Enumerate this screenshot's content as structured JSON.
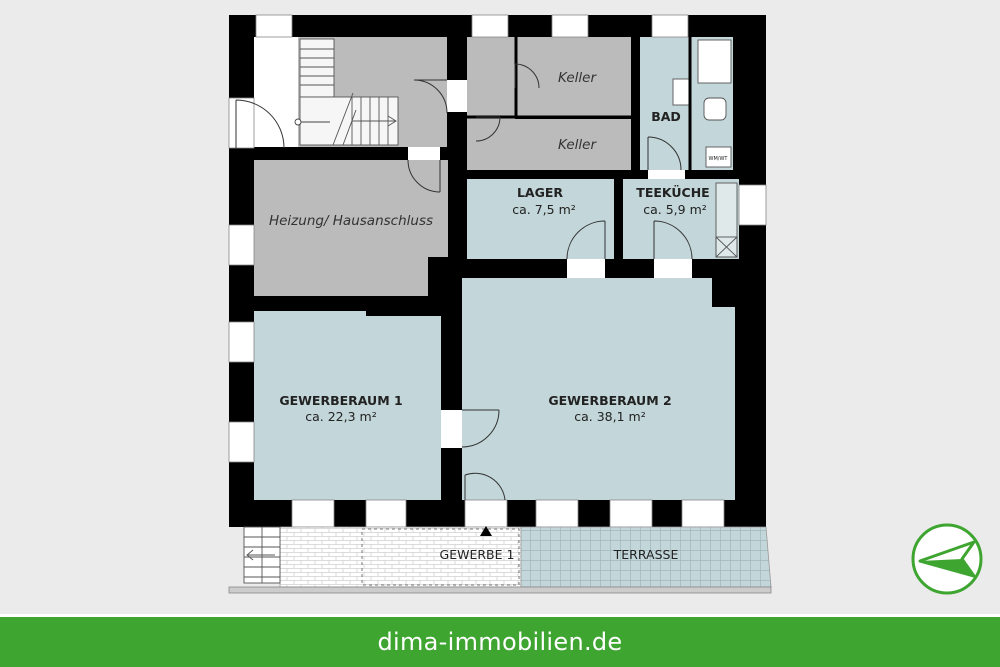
{
  "rooms": {
    "keller_1": {
      "name": "Keller"
    },
    "keller_2": {
      "name": "Keller"
    },
    "bad": {
      "name": "BAD"
    },
    "wm_tag": {
      "name": "WM/WT"
    },
    "lager": {
      "name": "LAGER",
      "area": "ca. 7,5 m²"
    },
    "teekueche": {
      "name": "TEEKÜCHE",
      "area": "ca. 5,9 m²"
    },
    "heizung": {
      "name": "Heizung/ Hausanschluss"
    },
    "gewerberaum_1": {
      "name": "GEWERBERAUM 1",
      "area": "ca. 22,3 m²"
    },
    "gewerberaum_2": {
      "name": "GEWERBERAUM 2",
      "area": "ca. 38,1 m²"
    }
  },
  "outdoor": {
    "gewerbe": {
      "name": "GEWERBE 1"
    },
    "terrasse": {
      "name": "TERRASSE"
    }
  },
  "footer": {
    "website": "dima-immobilien.de"
  },
  "colors": {
    "wall": "#000000",
    "room_blue": "#c3d6d9",
    "room_grey": "#bbbbbb",
    "brand_green": "#3fa531",
    "background": "#ebebeb",
    "terrace": "#c3d6d9",
    "paving": "#ffffff"
  },
  "icons": {
    "compass": "north-arrow-icon",
    "entrance": "entrance-triangle-icon"
  }
}
